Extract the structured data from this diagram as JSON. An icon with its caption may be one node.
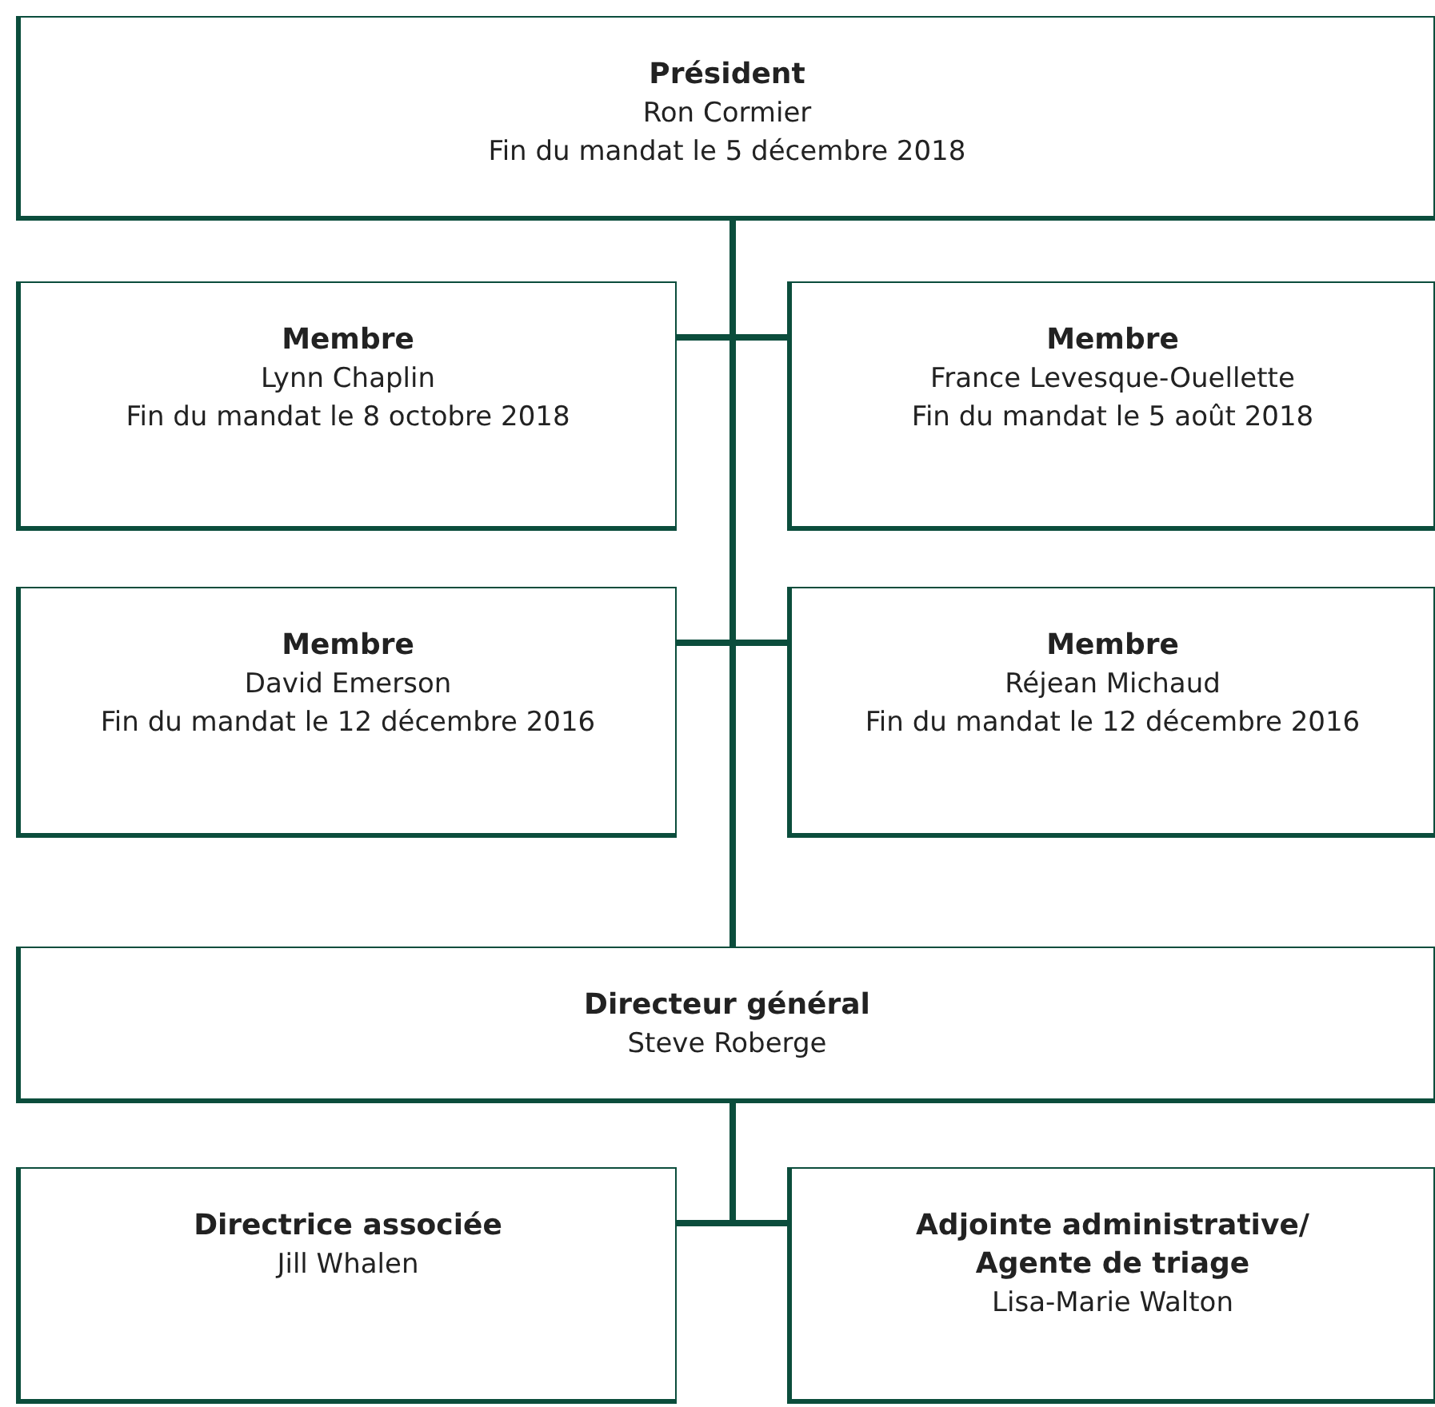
{
  "diagram": {
    "nodes": [
      {
        "text": [
          "Président",
          "Ron Cormier",
          "Fin du mandat le 5 décembre 2018"
        ]
      },
      {
        "text": [
          "Membre",
          "Lynn Chaplin",
          "Fin du mandat le 8 octobre 2018"
        ]
      },
      {
        "text": [
          "Membre",
          "France Levesque-Ouellette",
          "Fin du mandat le 5 août 2018"
        ]
      },
      {
        "text": [
          "Membre",
          "David Emerson",
          "Fin du mandat le 12 décembre 2016"
        ]
      },
      {
        "text": [
          "Membre",
          "Réjean Michaud",
          "Fin du mandat le 12 décembre 2016"
        ]
      },
      {
        "text": [
          "Directeur général",
          "Steve Roberge"
        ]
      },
      {
        "text": [
          "Directrice associée",
          "Jill Whalen"
        ]
      },
      {
        "text": [
          "Adjointe administrative/ Agente de triage",
          "Lisa-Marie Walton"
        ]
      }
    ],
    "edges": [
      {
        "from": 0,
        "to": 1,
        "arrow": "none"
      },
      {
        "from": 0,
        "to": 2,
        "arrow": "none"
      },
      {
        "from": 0,
        "to": 3,
        "arrow": "none"
      },
      {
        "from": 0,
        "to": 4,
        "arrow": "none"
      },
      {
        "from": 0,
        "to": 5,
        "arrow": "none"
      },
      {
        "from": 5,
        "to": 6,
        "arrow": "none"
      },
      {
        "from": 5,
        "to": 7,
        "arrow": "none"
      }
    ]
  }
}
